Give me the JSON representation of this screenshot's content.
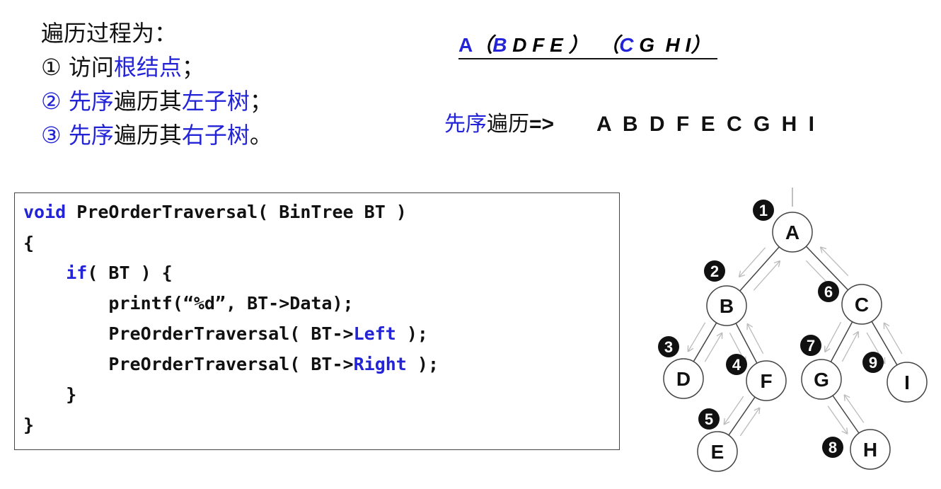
{
  "explanation": {
    "title": "遍历过程为：",
    "steps": [
      {
        "num": "①",
        "pre": " 访问",
        "hl": "根结点",
        "post": "；"
      },
      {
        "num": "②",
        "hl1": " 先序",
        "mid": "遍历其",
        "hl2": "左子树",
        "post": "；"
      },
      {
        "num": "③",
        "hl1": " 先序",
        "mid": "遍历其",
        "hl2": "右子树",
        "post": "。"
      }
    ]
  },
  "sequence": {
    "root": "A",
    "left_open": "（",
    "left_root": "B",
    "left_rest": " D F E ",
    "left_close": "）",
    "right_open": "  （",
    "right_root": "C",
    "right_rest": " G  H I",
    "right_close": "）"
  },
  "preorder": {
    "label": "先序",
    "label2": "遍历",
    "arrow": "=>",
    "result": "A B D F E C G H I"
  },
  "code": {
    "lines": [
      {
        "a": "",
        "kw": "void",
        "b": " PreOrderTraversal( BinTree BT )"
      },
      {
        "a": "{",
        "kw": "",
        "b": ""
      },
      {
        "a": "    ",
        "kw": "if",
        "b": "( BT ) {"
      },
      {
        "a": "        printf(“%d”, BT->Data);",
        "kw": "",
        "b": ""
      },
      {
        "a": "        PreOrderTraversal( BT->",
        "kw": "Left",
        "b": " );"
      },
      {
        "a": "        PreOrderTraversal( BT->",
        "kw": "Right",
        "b": " );"
      },
      {
        "a": "    }",
        "kw": "",
        "b": ""
      },
      {
        "a": "}",
        "kw": "",
        "b": ""
      }
    ]
  },
  "tree": {
    "nodes": [
      "A",
      "B",
      "C",
      "D",
      "F",
      "G",
      "I",
      "E",
      "H"
    ],
    "edges": [
      [
        "A",
        "B"
      ],
      [
        "A",
        "C"
      ],
      [
        "B",
        "D"
      ],
      [
        "B",
        "F"
      ],
      [
        "F",
        "E"
      ],
      [
        "C",
        "G"
      ],
      [
        "C",
        "I"
      ],
      [
        "G",
        "H"
      ]
    ],
    "visit_order": {
      "A": "1",
      "B": "2",
      "D": "3",
      "F": "4",
      "E": "5",
      "C": "6",
      "G": "7",
      "H": "8",
      "I": "9"
    }
  },
  "colors": {
    "highlight": "#2323d8",
    "text": "#111111",
    "badge": "#111111",
    "arrow": "#aaaaaa"
  }
}
